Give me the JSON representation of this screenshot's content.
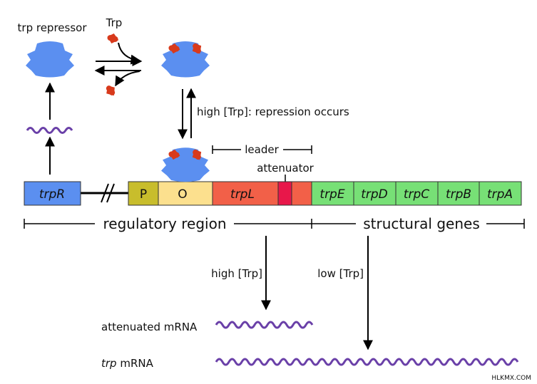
{
  "labels": {
    "trp_repressor": "trp repressor",
    "trp": "Trp",
    "high_trp_repression": "high [Trp]: repression occurs",
    "leader": "leader",
    "attenuator": "attenuator",
    "regulatory_region": "regulatory region",
    "structural_genes": "structural genes",
    "high_trp": "high [Trp]",
    "low_trp": "low [Trp]",
    "attenuated_mrna": "attenuated mRNA",
    "trp_mrna_italic": "trp",
    "trp_mrna_rest": " mRNA",
    "watermark": "HLKMX.COM"
  },
  "genes": {
    "trpR": "trpR",
    "P": "P",
    "O": "O",
    "trpL": "trpL",
    "trpE": "trpE",
    "trpD": "trpD",
    "trpC": "trpC",
    "trpB": "trpB",
    "trpA": "trpA"
  },
  "colors": {
    "repressor": "#5b8ff0",
    "tryptophan": "#d83a1c",
    "mrna": "#6a40a8",
    "trpR": "#5b8ff0",
    "promoter": "#c8bd2c",
    "operator": "#fce08e",
    "leader": "#f26048",
    "attenuator": "#e8174a",
    "structural": "#77e076"
  }
}
